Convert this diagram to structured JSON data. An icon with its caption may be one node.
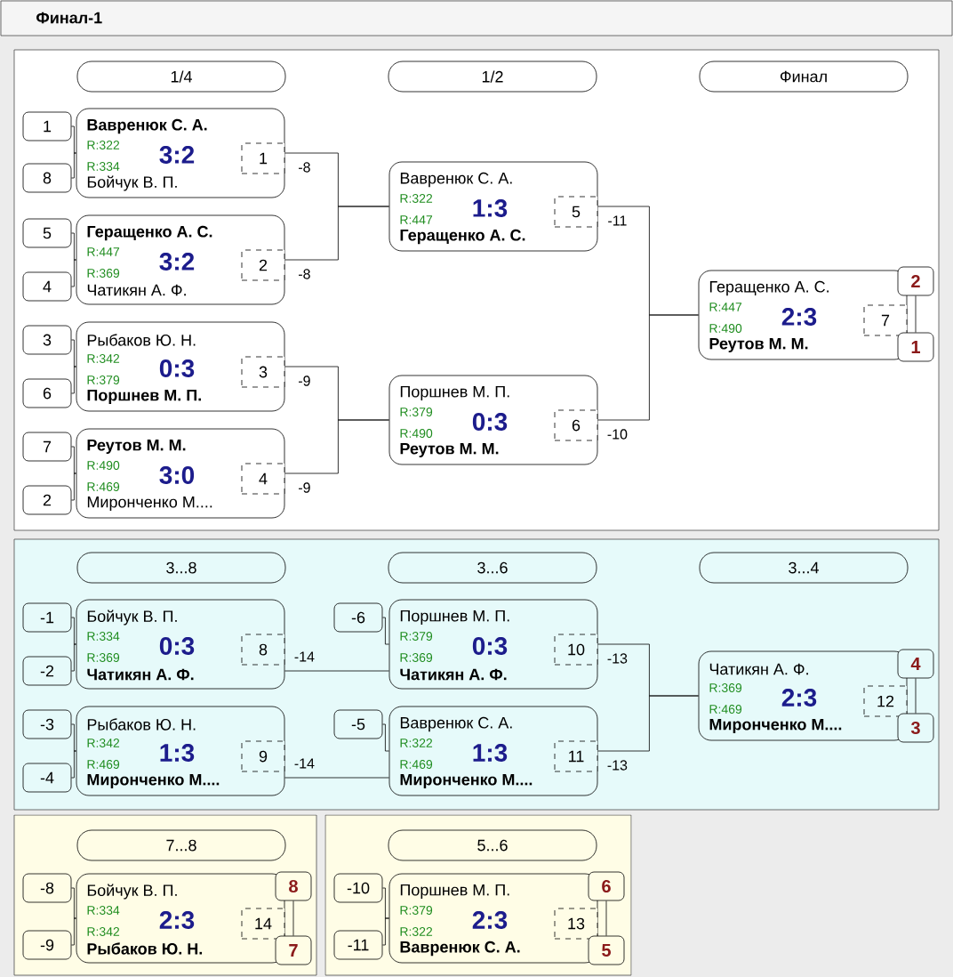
{
  "diagram": {
    "title": "Финал-1",
    "nodes": [
      {
        "text": [],
        "shape": "box"
      },
      {
        "text": [
          "1/4"
        ],
        "in": 0
      },
      {
        "text": [
          "1/2"
        ],
        "in": 0
      },
      {
        "text": [
          "Финал"
        ],
        "in": 0
      },
      {
        "text": [
          "1"
        ],
        "in": 0
      },
      {
        "text": [
          "8"
        ],
        "in": 0
      },
      {
        "text": [
          "Вавренюк С. А.",
          "R:322",
          "R:334",
          "3:2",
          "Бойчук В. П."
        ],
        "in": 0
      },
      {
        "text": [
          "1"
        ],
        "in": 6
      },
      {
        "text": [
          "5"
        ],
        "in": 0
      },
      {
        "text": [
          "4"
        ],
        "in": 0
      },
      {
        "text": [
          "Геращенко А. С.",
          "R:447",
          "R:369",
          "3:2",
          "Чатикян А. Ф."
        ],
        "in": 0
      },
      {
        "text": [
          "2"
        ],
        "in": 10
      },
      {
        "text": [
          "3"
        ],
        "in": 0
      },
      {
        "text": [
          "6"
        ],
        "in": 0
      },
      {
        "text": [
          "Рыбаков Ю. Н.",
          "R:342",
          "R:379",
          "0:3",
          "Поршнев М. П."
        ],
        "in": 0
      },
      {
        "text": [
          "3"
        ],
        "in": 14
      },
      {
        "text": [
          "7"
        ],
        "in": 0
      },
      {
        "text": [
          "2"
        ],
        "in": 0
      },
      {
        "text": [
          "Реутов М. М.",
          "R:490",
          "R:469",
          "3:0",
          "Миронченко М...."
        ],
        "in": 0
      },
      {
        "text": [
          "4"
        ],
        "in": 18
      },
      {
        "text": [
          "Вавренюк С. А.",
          "R:322",
          "R:447",
          "1:3",
          "Геращенко А. С."
        ],
        "in": 0
      },
      {
        "text": [
          "5"
        ],
        "in": 20
      },
      {
        "text": [
          "Поршнев М. П.",
          "R:379",
          "R:490",
          "0:3",
          "Реутов М. М."
        ],
        "in": 0
      },
      {
        "text": [
          "6"
        ],
        "in": 22
      },
      {
        "text": [
          "Геращенко А. С.",
          "R:447",
          "R:490",
          "2:3",
          "Реутов М. М."
        ],
        "in": 0
      },
      {
        "text": [
          "7"
        ],
        "in": 24
      },
      {
        "text": [
          "2"
        ],
        "in": 0
      },
      {
        "text": [
          "1"
        ],
        "in": 0
      },
      {
        "text": [],
        "shape": "box"
      },
      {
        "text": [
          "3...8"
        ],
        "in": 28
      },
      {
        "text": [
          "3...6"
        ],
        "in": 28
      },
      {
        "text": [
          "3...4"
        ],
        "in": 28
      },
      {
        "text": [
          "-1"
        ],
        "in": 28
      },
      {
        "text": [
          "-2"
        ],
        "in": 28
      },
      {
        "text": [
          "Бойчук В. П.",
          "R:334",
          "R:369",
          "0:3",
          "Чатикян А. Ф."
        ],
        "in": 28
      },
      {
        "text": [
          "8"
        ],
        "in": 34
      },
      {
        "text": [
          "-3"
        ],
        "in": 28
      },
      {
        "text": [
          "-4"
        ],
        "in": 28
      },
      {
        "text": [
          "Рыбаков Ю. Н.",
          "R:342",
          "R:469",
          "1:3",
          "Миронченко М...."
        ],
        "in": 28
      },
      {
        "text": [
          "9"
        ],
        "in": 38
      },
      {
        "text": [
          "-6"
        ],
        "in": 28
      },
      {
        "text": [
          "Поршнев М. П.",
          "R:379",
          "R:369",
          "0:3",
          "Чатикян А. Ф."
        ],
        "in": 28
      },
      {
        "text": [
          "10"
        ],
        "in": 41
      },
      {
        "text": [
          "-5"
        ],
        "in": 28
      },
      {
        "text": [
          "Вавренюк С. А.",
          "R:322",
          "R:469",
          "1:3",
          "Миронченко М...."
        ],
        "in": 28
      },
      {
        "text": [
          "11"
        ],
        "in": 44
      },
      {
        "text": [
          "Чатикян А. Ф.",
          "R:369",
          "R:469",
          "2:3",
          "Миронченко М...."
        ],
        "in": 28
      },
      {
        "text": [
          "12"
        ],
        "in": 46
      },
      {
        "text": [
          "4"
        ],
        "in": 28
      },
      {
        "text": [
          "3"
        ],
        "in": 28
      },
      {
        "text": [],
        "shape": "box"
      },
      {
        "text": [
          "7...8"
        ],
        "in": 50
      },
      {
        "text": [
          "-8"
        ],
        "in": 50
      },
      {
        "text": [
          "-9"
        ],
        "in": 50
      },
      {
        "text": [
          "Бойчук В. П.",
          "R:334",
          "R:342",
          "2:3",
          "Рыбаков Ю. Н."
        ],
        "in": 50
      },
      {
        "text": [
          "14"
        ],
        "in": 54
      },
      {
        "text": [
          "8"
        ],
        "in": 50
      },
      {
        "text": [
          "7"
        ],
        "in": 50
      },
      {
        "text": [],
        "shape": "box"
      },
      {
        "text": [
          "5...6"
        ],
        "in": 58
      },
      {
        "text": [
          "-10"
        ],
        "in": 58
      },
      {
        "text": [
          "-11"
        ],
        "in": 58
      },
      {
        "text": [
          "Поршнев М. П.",
          "R:379",
          "R:322",
          "2:3",
          "Вавренюк С. А."
        ],
        "in": 58
      },
      {
        "text": [
          "13"
        ],
        "in": 62
      },
      {
        "text": [
          "6"
        ],
        "in": 58
      },
      {
        "text": [
          "5"
        ],
        "in": 58
      }
    ],
    "edges": [
      {
        "from": 4,
        "to": 6,
        "arrow": "none"
      },
      {
        "from": 5,
        "to": 6,
        "arrow": "none"
      },
      {
        "from": 8,
        "to": 10,
        "arrow": "none"
      },
      {
        "from": 9,
        "to": 10,
        "arrow": "none"
      },
      {
        "from": 12,
        "to": 14,
        "arrow": "none"
      },
      {
        "from": 13,
        "to": 14,
        "arrow": "none"
      },
      {
        "from": 16,
        "to": 18,
        "arrow": "none"
      },
      {
        "from": 17,
        "to": 18,
        "arrow": "none"
      },
      {
        "from": 6,
        "to": 20,
        "arrow": "none",
        "label": "-8"
      },
      {
        "from": 10,
        "to": 20,
        "arrow": "none",
        "label": "-8"
      },
      {
        "from": 14,
        "to": 22,
        "arrow": "none",
        "label": "-9"
      },
      {
        "from": 18,
        "to": 22,
        "arrow": "none",
        "label": "-9"
      },
      {
        "from": 20,
        "to": 24,
        "arrow": "none",
        "label": "-11"
      },
      {
        "from": 22,
        "to": 24,
        "arrow": "none",
        "label": "-10"
      },
      {
        "from": 26,
        "to": 27,
        "arrow": "none"
      },
      {
        "from": 32,
        "to": 34,
        "arrow": "none"
      },
      {
        "from": 33,
        "to": 34,
        "arrow": "none"
      },
      {
        "from": 36,
        "to": 38,
        "arrow": "none"
      },
      {
        "from": 37,
        "to": 38,
        "arrow": "none"
      },
      {
        "from": 40,
        "to": 41,
        "arrow": "none"
      },
      {
        "from": 43,
        "to": 44,
        "arrow": "none"
      },
      {
        "from": 34,
        "to": 41,
        "arrow": "none",
        "label": "-14"
      },
      {
        "from": 38,
        "to": 44,
        "arrow": "none",
        "label": "-14"
      },
      {
        "from": 41,
        "to": 46,
        "arrow": "none",
        "label": "-13"
      },
      {
        "from": 44,
        "to": 46,
        "arrow": "none",
        "label": "-13"
      },
      {
        "from": 48,
        "to": 49,
        "arrow": "none"
      },
      {
        "from": 52,
        "to": 54,
        "arrow": "none"
      },
      {
        "from": 53,
        "to": 54,
        "arrow": "none"
      },
      {
        "from": 56,
        "to": 57,
        "arrow": "none"
      },
      {
        "from": 60,
        "to": 62,
        "arrow": "none"
      },
      {
        "from": 61,
        "to": 62,
        "arrow": "none"
      },
      {
        "from": 64,
        "to": 65,
        "arrow": "none"
      }
    ]
  }
}
